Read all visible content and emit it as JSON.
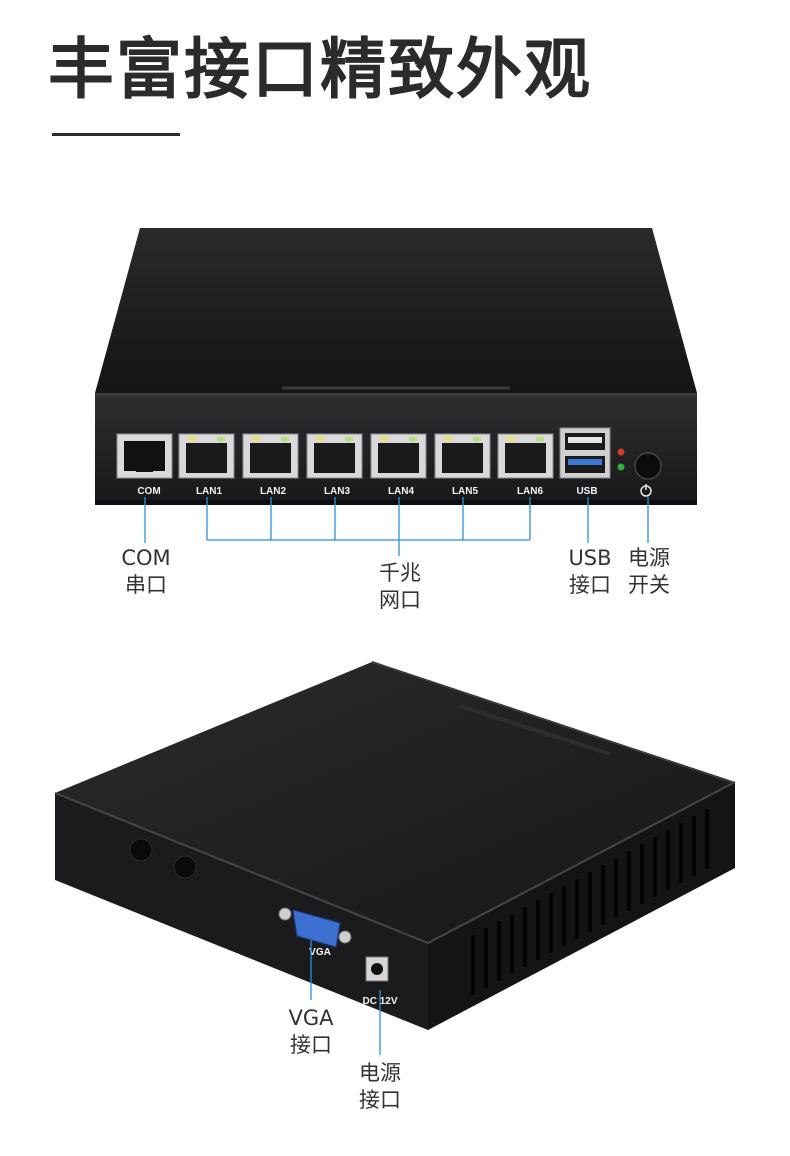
{
  "title": "丰富接口精致外观",
  "front_ports": {
    "com": "COM",
    "lan": [
      "LAN1",
      "LAN2",
      "LAN3",
      "LAN4",
      "LAN5",
      "LAN6"
    ],
    "usb": "USB"
  },
  "back_ports": {
    "vga": "VGA",
    "dc": "DC 12V"
  },
  "callouts": {
    "com": [
      "COM",
      "串口"
    ],
    "lan": [
      "千兆",
      "网口"
    ],
    "usb": [
      "USB",
      "接口"
    ],
    "power_switch": [
      "电源",
      "开关"
    ],
    "vga": [
      "VGA",
      "接口"
    ],
    "power_port": [
      "电源",
      "接口"
    ]
  },
  "colors": {
    "title": "#2b2b2b",
    "leader_line": "#2f8fd6",
    "device_body": "#1d1d1f"
  }
}
